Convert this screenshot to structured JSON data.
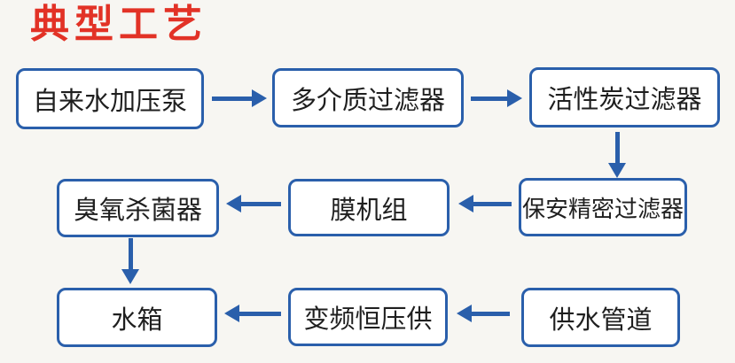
{
  "title": "典型工艺",
  "colors": {
    "accent_blue": "#2a5fab",
    "title_red": "#e23226",
    "background": "#f7f6f2",
    "box_background": "#ffffff",
    "box_text": "#1f1f1f"
  },
  "nodes": [
    {
      "id": "tap-water-pressure-pump",
      "label": "自来水加压泵"
    },
    {
      "id": "multi-media-filter",
      "label": "多介质过滤器"
    },
    {
      "id": "activated-carbon-filter",
      "label": "活性炭过滤器"
    },
    {
      "id": "security-precision-filter",
      "label": "保安精密过滤器"
    },
    {
      "id": "membrane-unit",
      "label": "膜机组"
    },
    {
      "id": "ozone-sterilizer",
      "label": "臭氧杀菌器"
    },
    {
      "id": "water-tank",
      "label": "水箱"
    },
    {
      "id": "vfd-constant-pressure-supply",
      "label": "变频恒压供"
    },
    {
      "id": "water-supply-pipeline",
      "label": "供水管道"
    }
  ],
  "arrows": [
    {
      "from": "自来水加压泵",
      "to": "多介质过滤器",
      "direction": "right"
    },
    {
      "from": "多介质过滤器",
      "to": "活性炭过滤器",
      "direction": "right"
    },
    {
      "from": "活性炭过滤器",
      "to": "保安精密过滤器",
      "direction": "down"
    },
    {
      "from": "保安精密过滤器",
      "to": "膜机组",
      "direction": "left"
    },
    {
      "from": "膜机组",
      "to": "臭氧杀菌器",
      "direction": "left"
    },
    {
      "from": "臭氧杀菌器",
      "to": "水箱",
      "direction": "down"
    },
    {
      "from": "供水管道",
      "to": "变频恒压供",
      "direction": "left"
    },
    {
      "from": "变频恒压供",
      "to": "水箱",
      "direction": "left"
    }
  ]
}
